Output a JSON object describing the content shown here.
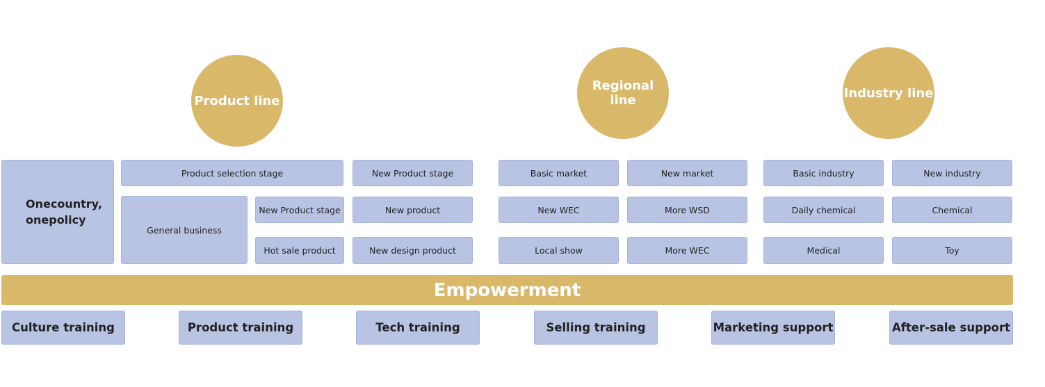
{
  "circles": {
    "product": "Product line",
    "regional": "Regional line",
    "industry": "Industry line"
  },
  "product": {
    "policy": "Onecountry, onepolicy",
    "selection_stage": "Product selection stage",
    "general_business": "General business",
    "new_stage_inner": "New Product stage",
    "hot_sale": "Hot sale product",
    "new_stage": "New Product stage",
    "new_product": "New product",
    "new_design": "New design product"
  },
  "regional": {
    "basic_market": "Basic market",
    "new_market": "New market",
    "new_wec": "New WEC",
    "more_wsd": "More WSD",
    "local_show": "Local show",
    "more_wec": "More WEC"
  },
  "industry": {
    "basic_industry": "Basic industry",
    "new_industry": "New industry",
    "daily_chemical": "Daily chemical",
    "chemical": "Chemical",
    "medical": "Medical",
    "toy": "Toy"
  },
  "empowerment": "Empowerment",
  "supports": [
    "Culture training",
    "Product training",
    "Tech training",
    "Selling training",
    "Marketing support",
    "After-sale support"
  ]
}
